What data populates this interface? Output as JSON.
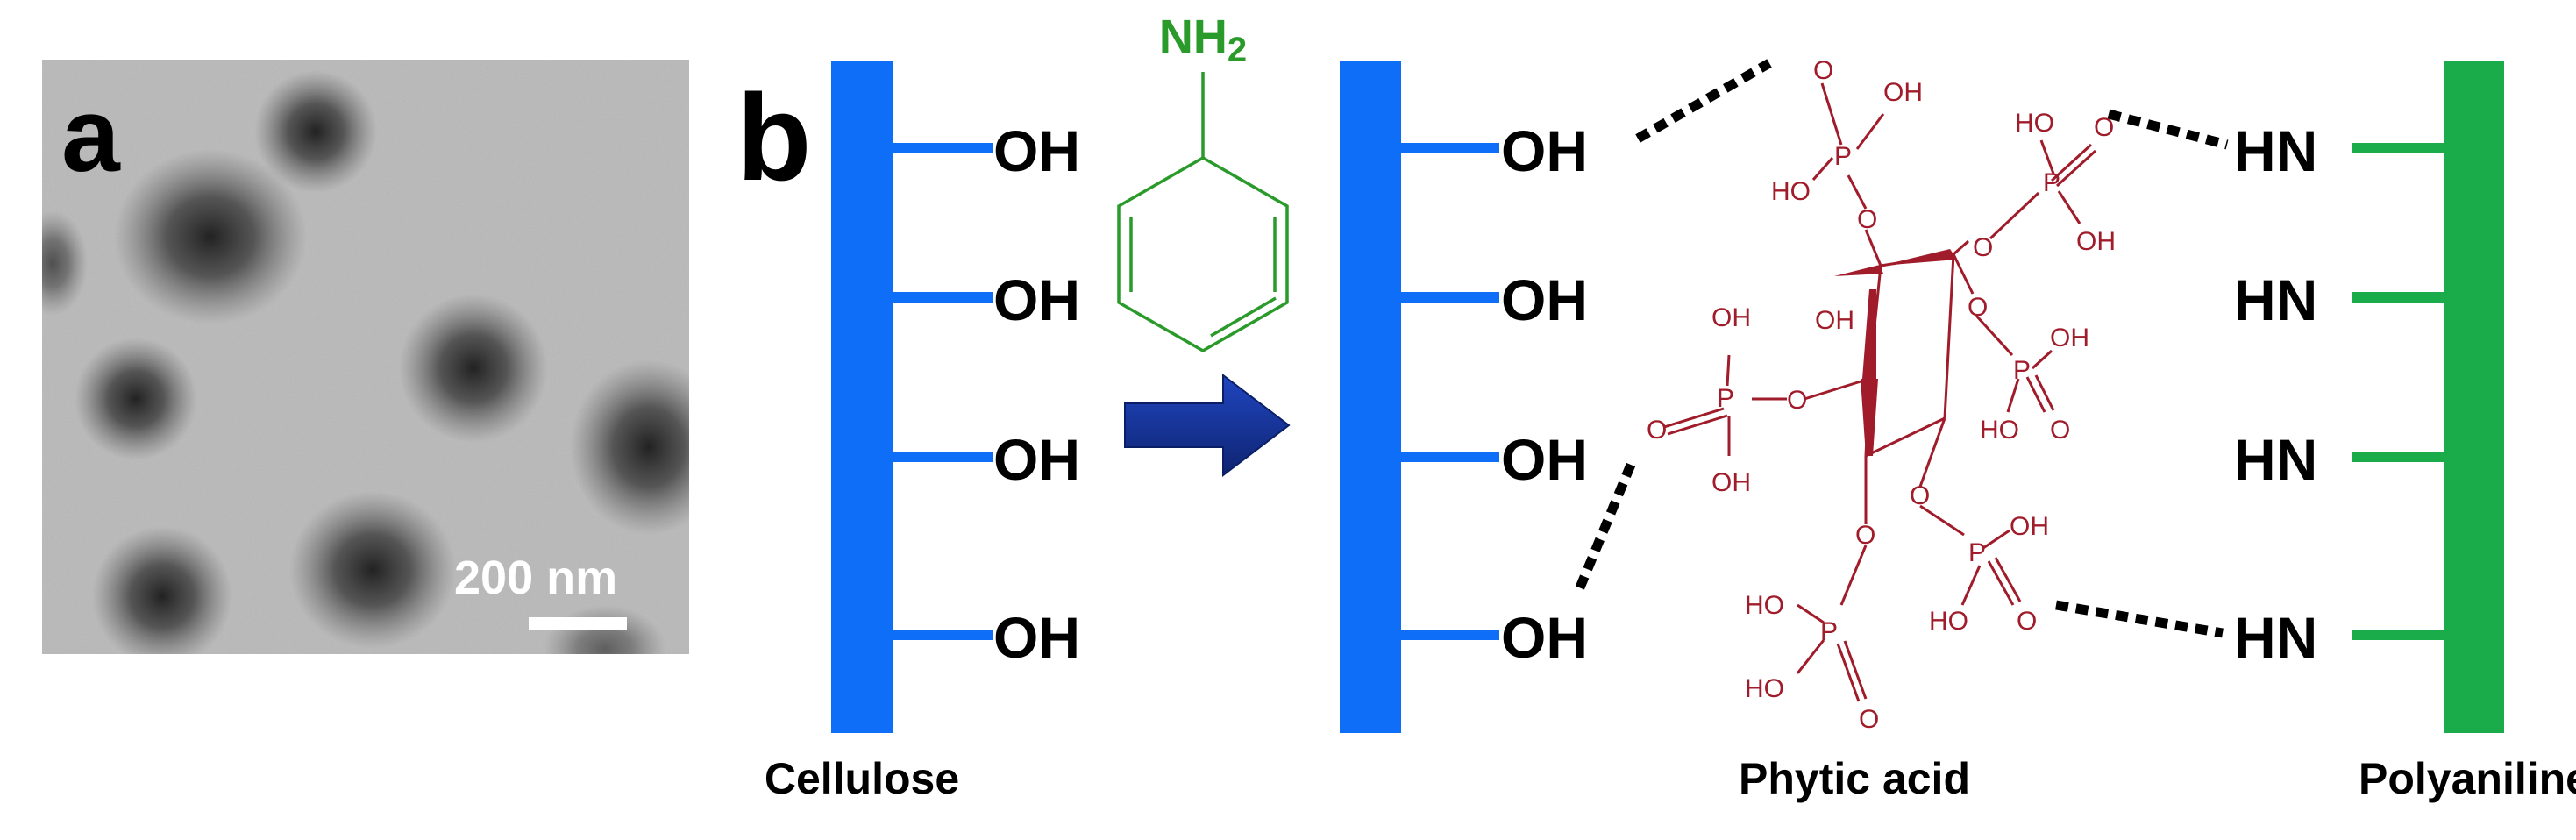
{
  "panel_a": {
    "letter": "a",
    "scale_bar_text": "200 nm"
  },
  "panel_b": {
    "letter": "b",
    "cellulose_groups": [
      "OH",
      "OH",
      "OH",
      "OH"
    ],
    "cellulose_label": "Cellulose",
    "aniline": {
      "amine_main": "NH",
      "amine_sub": "2"
    },
    "treated_groups": [
      "OH",
      "OH",
      "OH",
      "OH"
    ],
    "phytic_acid_label": "Phytic acid",
    "phytic": {
      "o": "O",
      "oh": "OH",
      "ho": "HO",
      "p": "P"
    },
    "polyaniline_groups": [
      "HN",
      "HN",
      "HN",
      "HN"
    ],
    "polyaniline_label": "Polyaniline"
  },
  "colors": {
    "cellulose_blue": "#0f6ef7",
    "arrow_navy": "#15329a",
    "polyaniline_green": "#1aab4b",
    "aniline_green": "#2a9a2a",
    "phytic_red": "#a01c2a",
    "bond_black": "#000000"
  }
}
